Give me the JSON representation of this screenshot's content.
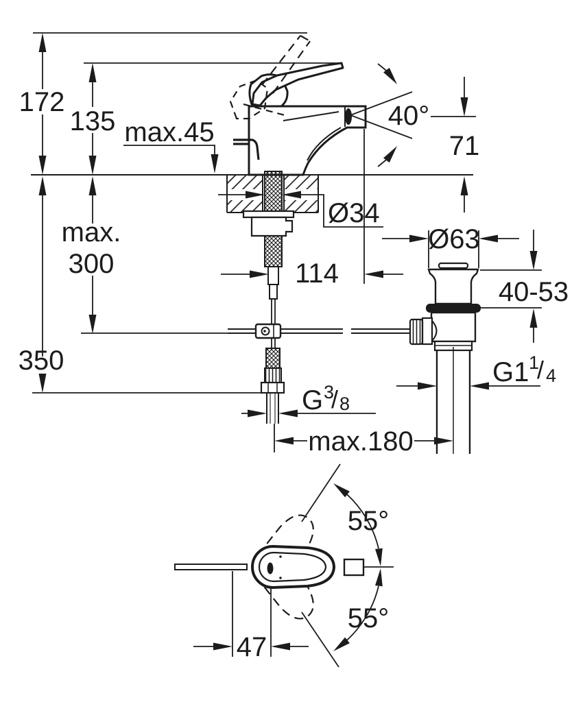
{
  "drawing": {
    "type": "technical-dimension-drawing",
    "subject": "single-lever bidet mixer with pop-up waste, side view and top view",
    "colors": {
      "line": "#1c1c1c",
      "background": "#ffffff"
    },
    "labels": {
      "dim_172": "172",
      "dim_135": "135",
      "dim_max45": "max.45",
      "angle_40": "40°",
      "dim_71": "71",
      "dia_34": "Ø34",
      "max300_line1": "max.",
      "max300_line2": "300",
      "dim_350": "350",
      "dim_114": "114",
      "dia_63": "Ø63",
      "dim_40_53": "40-53",
      "g38": {
        "base": "G",
        "sup": "3",
        "slash": "/",
        "sub": "8"
      },
      "g114": {
        "base": "G1",
        "sup": "1",
        "slash": "/",
        "sub": "4"
      },
      "dim_max180": "max.180",
      "angle_55_upper": "55°",
      "angle_55_lower": "55°",
      "dim_47": "47"
    }
  }
}
